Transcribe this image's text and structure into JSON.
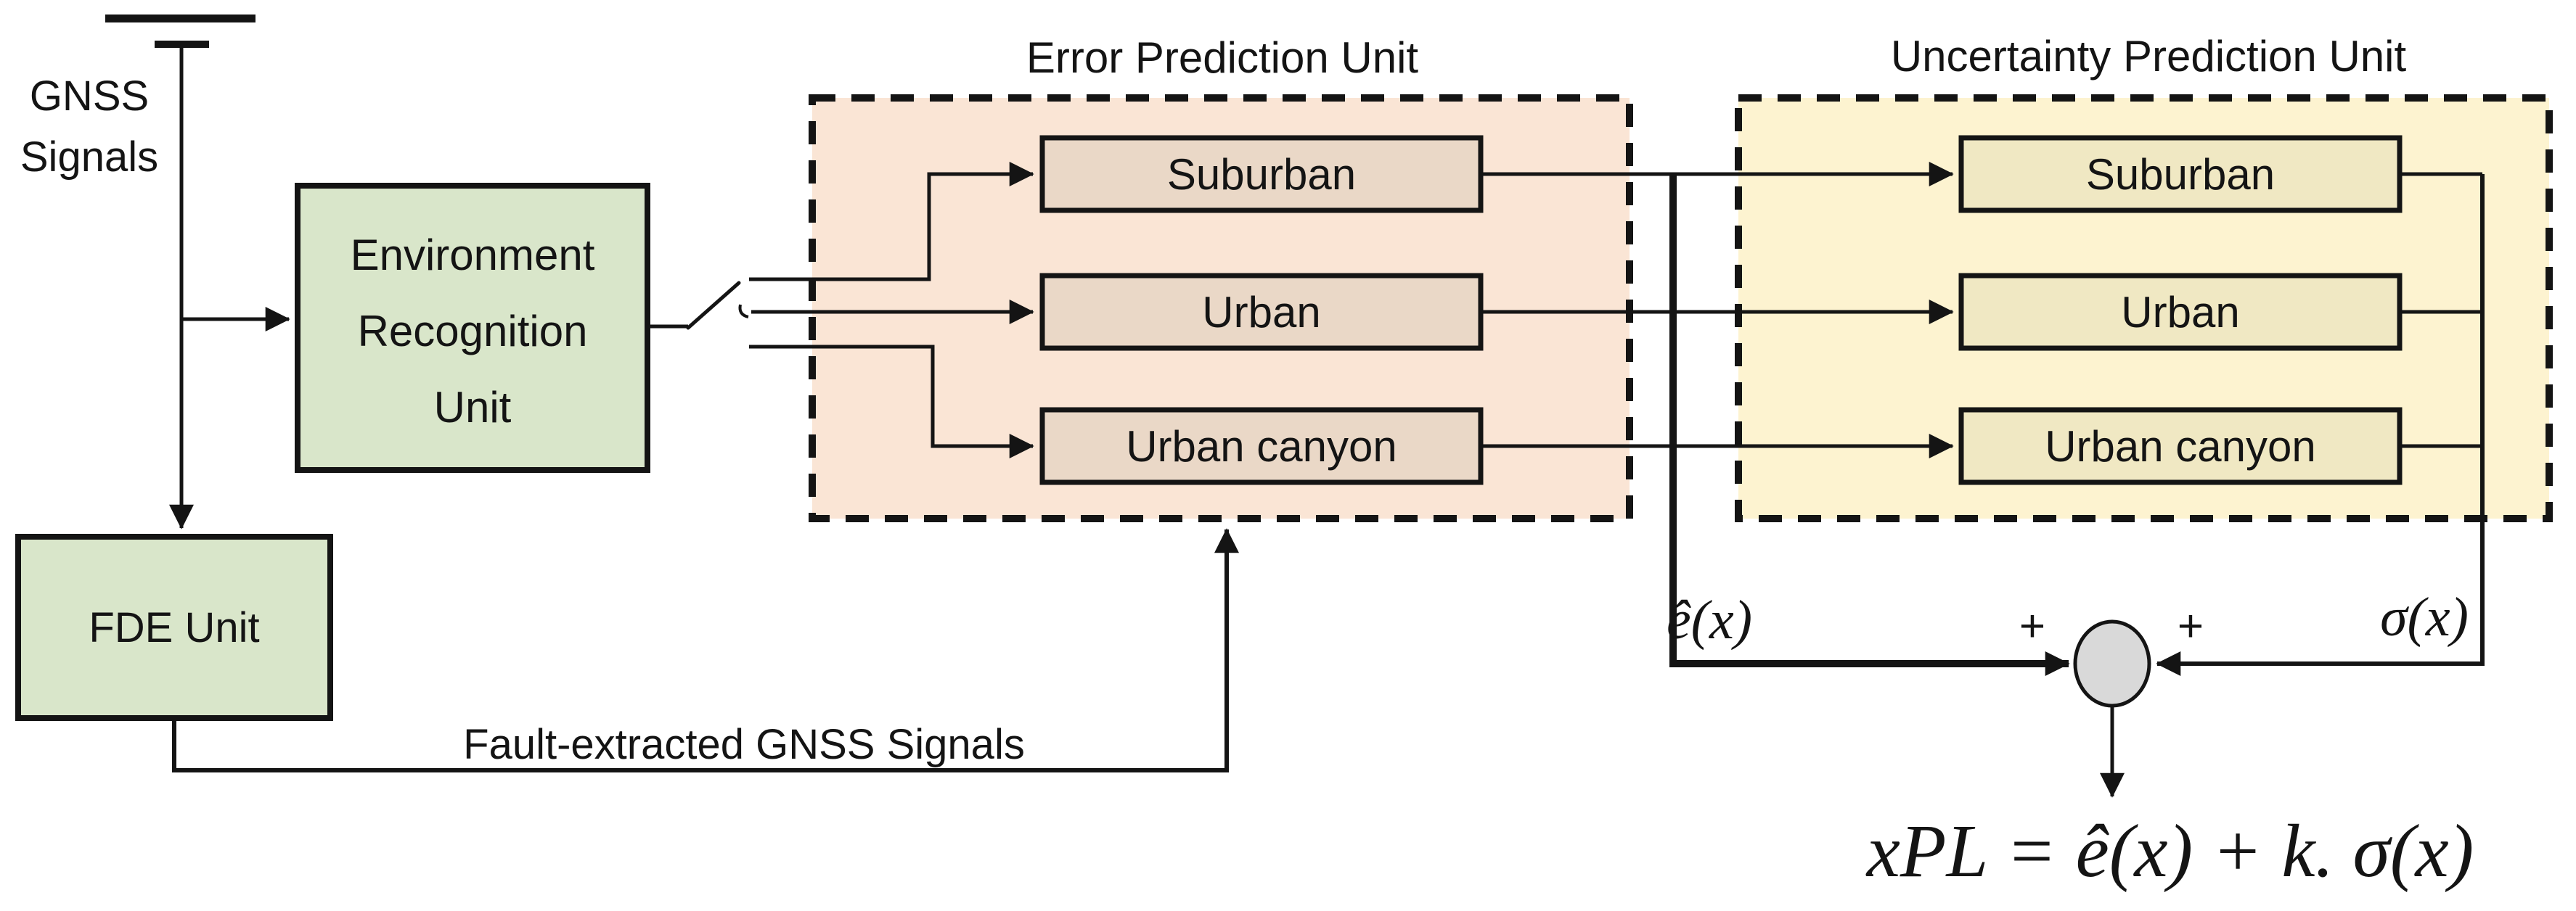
{
  "colors": {
    "green_box": "#d9e6ca",
    "epu_bg": "#fae5d5",
    "epu_box": "#ead8c7",
    "upu_bg": "#fdf3d0",
    "upu_box": "#f0e8c3",
    "sum_node": "#d9d9d9",
    "line": "#141414"
  },
  "labels": {
    "gnss_line1": "GNSS",
    "gnss_line2": "Signals",
    "eru_line1": "Environment",
    "eru_line2": "Recognition",
    "eru_line3": "Unit",
    "fde": "FDE Unit",
    "fault_extracted": "Fault-extracted GNSS Signals"
  },
  "error_prediction_unit": {
    "title": "Error Prediction Unit",
    "boxes": [
      "Suburban",
      "Urban",
      "Urban canyon"
    ]
  },
  "uncertainty_prediction_unit": {
    "title": "Uncertainty Prediction Unit",
    "boxes": [
      "Suburban",
      "Urban",
      "Urban canyon"
    ]
  },
  "summation": {
    "plus_left": "+",
    "plus_right": "+",
    "error_input_label": "ê(x)",
    "uncertainty_input_label": "σ(x)"
  },
  "formula": "xPL = ê(x) + k. σ(x)"
}
